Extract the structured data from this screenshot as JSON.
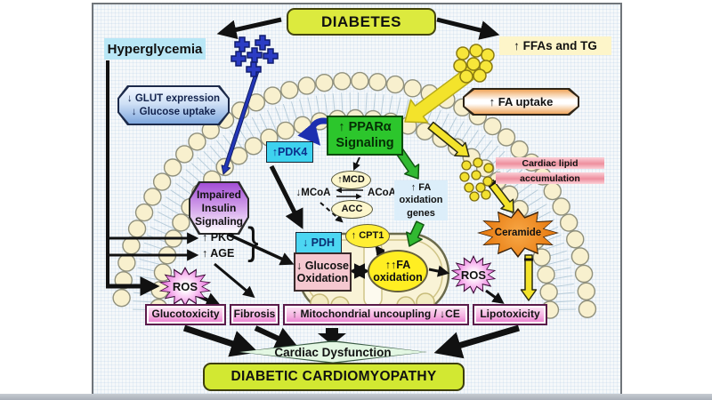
{
  "colors": {
    "panel_bg": "#f5f8fa",
    "diabetes_green": "#dcea3e",
    "hyperglycemia_cyan": "#b9e7f6",
    "ppar_green": "#2cc62c",
    "pdk4_cyan": "#3ed2ef",
    "impaired_purple": "#a34fd6",
    "fa_yellow": "#ffee33",
    "glucose_pink": "#f5c8d0",
    "outcome_pink": "#e878cc",
    "ceramide_orange": "#e87c12",
    "ros_magenta": "#dd4fd2",
    "arrow_yellow": "#f3e32b",
    "arrow_green": "#31b931",
    "arrow_blue": "#2336b8"
  },
  "nodes": {
    "diabetes": "DIABETES",
    "hyperglycemia": "Hyperglycemia",
    "ffas_tg": "↑ FFAs and TG",
    "glut": [
      "↓ GLUT expression",
      "↓ Glucose uptake"
    ],
    "fa_uptake": "↑ FA uptake",
    "ppar": [
      "↑ PPARα",
      "Signaling"
    ],
    "pdk4": "↑PDK4",
    "impaired_insulin": [
      "Impaired",
      "Insulin",
      "Signaling"
    ],
    "mcd": "↑MCD",
    "acc": "ACC",
    "mcoa": "↓MCoA",
    "acoa": "ACoA",
    "fa_ox_genes": [
      "↑ FA",
      "oxidation",
      "genes"
    ],
    "cardiac_lipid": [
      "Cardiac lipid",
      "accumulation"
    ],
    "ceramide": "Ceramide",
    "pkc": "↑ PKC",
    "age": "↑ AGE",
    "bracket": "}",
    "ros_left": "ROS",
    "ros_right": "ROS",
    "pdh": "↓ PDH",
    "cpt1": "↑ CPT1",
    "glucose_oxidation": [
      "↓ Glucose",
      "Oxidation"
    ],
    "fa_oxidation": [
      "↑↑FA",
      "oxidation"
    ],
    "glucotoxicity": "Glucotoxicity",
    "fibrosis": "Fibrosis",
    "mito_uncoupling": "↑ Mitochondrial uncoupling / ↓CE",
    "lipotoxicity": "Lipotoxicity",
    "cardiac_dysfunction": "Cardiac Dysfunction",
    "diabetic_cardiomyopathy": "DIABETIC CARDIOMYOPATHY"
  }
}
